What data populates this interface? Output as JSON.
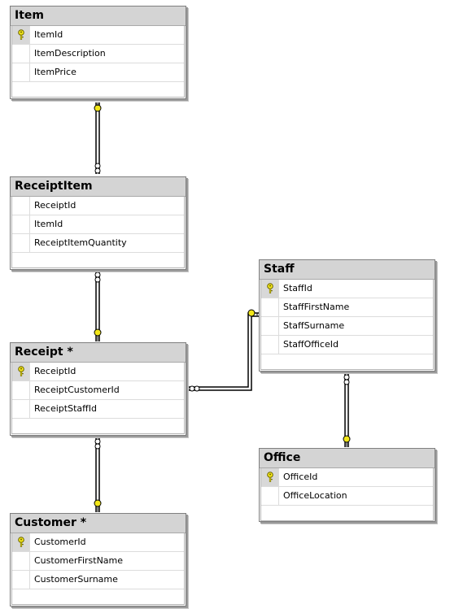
{
  "diagram": {
    "tables": [
      {
        "id": "item",
        "title": "Item",
        "columns": [
          {
            "name": "ItemId",
            "primary_key": true
          },
          {
            "name": "ItemDescription",
            "primary_key": false
          },
          {
            "name": "ItemPrice",
            "primary_key": false
          }
        ]
      },
      {
        "id": "receiptitem",
        "title": "ReceiptItem",
        "columns": [
          {
            "name": "ReceiptId",
            "primary_key": false
          },
          {
            "name": "ItemId",
            "primary_key": false
          },
          {
            "name": "ReceiptItemQuantity",
            "primary_key": false
          }
        ]
      },
      {
        "id": "receipt",
        "title": "Receipt *",
        "columns": [
          {
            "name": "ReceiptId",
            "primary_key": true
          },
          {
            "name": "ReceiptCustomerId",
            "primary_key": false
          },
          {
            "name": "ReceiptStaffId",
            "primary_key": false
          }
        ]
      },
      {
        "id": "customer",
        "title": "Customer *",
        "columns": [
          {
            "name": "CustomerId",
            "primary_key": true
          },
          {
            "name": "CustomerFirstName",
            "primary_key": false
          },
          {
            "name": "CustomerSurname",
            "primary_key": false
          }
        ]
      },
      {
        "id": "staff",
        "title": "Staff",
        "columns": [
          {
            "name": "StaffId",
            "primary_key": true
          },
          {
            "name": "StaffFirstName",
            "primary_key": false
          },
          {
            "name": "StaffSurname",
            "primary_key": false
          },
          {
            "name": "StaffOfficeId",
            "primary_key": false
          }
        ]
      },
      {
        "id": "office",
        "title": "Office",
        "columns": [
          {
            "name": "OfficeId",
            "primary_key": true
          },
          {
            "name": "OfficeLocation",
            "primary_key": false
          }
        ]
      }
    ],
    "relationships": [
      {
        "from": "item",
        "to": "receiptitem",
        "one_end": "item",
        "many_end": "receiptitem"
      },
      {
        "from": "receiptitem",
        "to": "receipt",
        "one_end": "receipt",
        "many_end": "receiptitem"
      },
      {
        "from": "receipt",
        "to": "customer",
        "one_end": "customer",
        "many_end": "receipt"
      },
      {
        "from": "receipt",
        "to": "staff",
        "one_end": "staff",
        "many_end": "receipt"
      },
      {
        "from": "staff",
        "to": "office",
        "one_end": "office",
        "many_end": "staff"
      }
    ],
    "colors": {
      "header_background": "#d4d4d4",
      "key_icon": "#f2e619",
      "connector_line": "#000000"
    },
    "icons": {
      "primary_key": "key-icon",
      "one_end": "key-icon",
      "many_end": "infinity-icon"
    }
  }
}
